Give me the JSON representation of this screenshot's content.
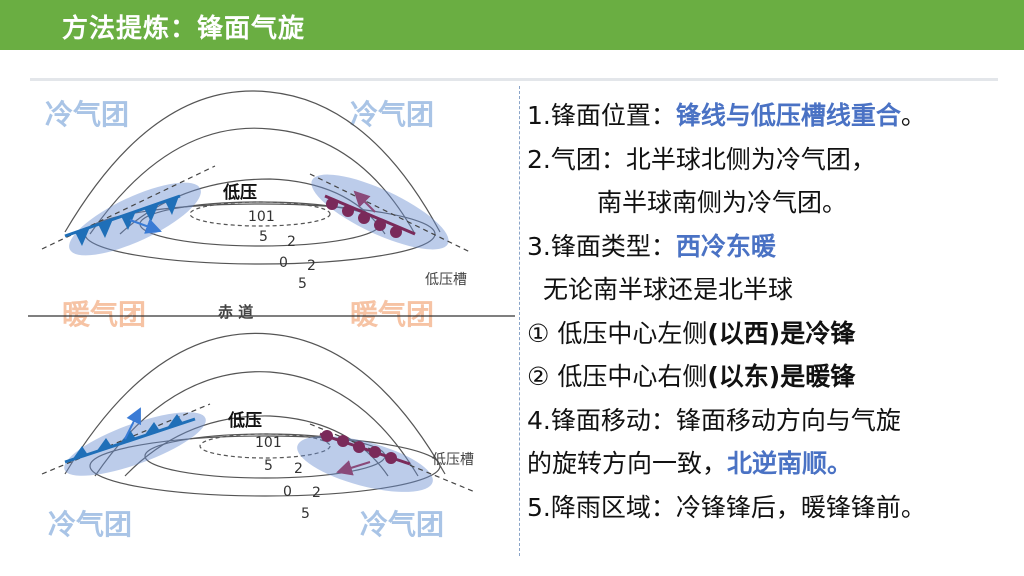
{
  "header": {
    "title": "方法提炼：锋面气旋"
  },
  "diagram": {
    "top": {
      "cold_mass_left": "冷气团",
      "cold_mass_right": "冷气团",
      "warm_mass_left": "暖气团",
      "warm_mass_right": "暖气团",
      "low_label": "低压",
      "isobar_labels": [
        "101",
        "5",
        "2",
        "0",
        "2",
        "5"
      ],
      "trough_label": "低压槽"
    },
    "equator_label": "赤 道",
    "bottom": {
      "cold_mass_left": "冷气团",
      "cold_mass_right": "冷气团",
      "low_label": "低压",
      "isobar_labels": [
        "101",
        "5",
        "2",
        "0",
        "2",
        "5"
      ],
      "trough_label": "低压槽"
    },
    "colors": {
      "cold_mass": "#a9c4e6",
      "warm_mass": "#f6c3a4",
      "cold_front": "#1f6fb8",
      "warm_front": "#7a2a5a",
      "front_zone": "#6b8fd0"
    }
  },
  "notes": {
    "l1_prefix": "1.锋面位置：",
    "l1_highlight": "锋线与低压槽线重合",
    "l1_end": "。",
    "l2": "2.气团：北半球北侧为冷气团，",
    "l3": "南半球南侧为冷气团。",
    "l4_prefix": "3.锋面类型：",
    "l4_highlight": "西冷东暖",
    "l5": "无论南半球还是北半球",
    "l6_prefix": "① 低压中心左侧",
    "l6_bold": "(以西)是冷锋",
    "l7_prefix": "② 低压中心右侧",
    "l7_bold": "(以东)是暖锋",
    "l8": "4.锋面移动：锋面移动方向与气旋",
    "l9_prefix": "的旋转方向一致，",
    "l9_highlight": "北逆南顺。",
    "l10": "5.降雨区域：冷锋锋后，暖锋锋前。"
  }
}
